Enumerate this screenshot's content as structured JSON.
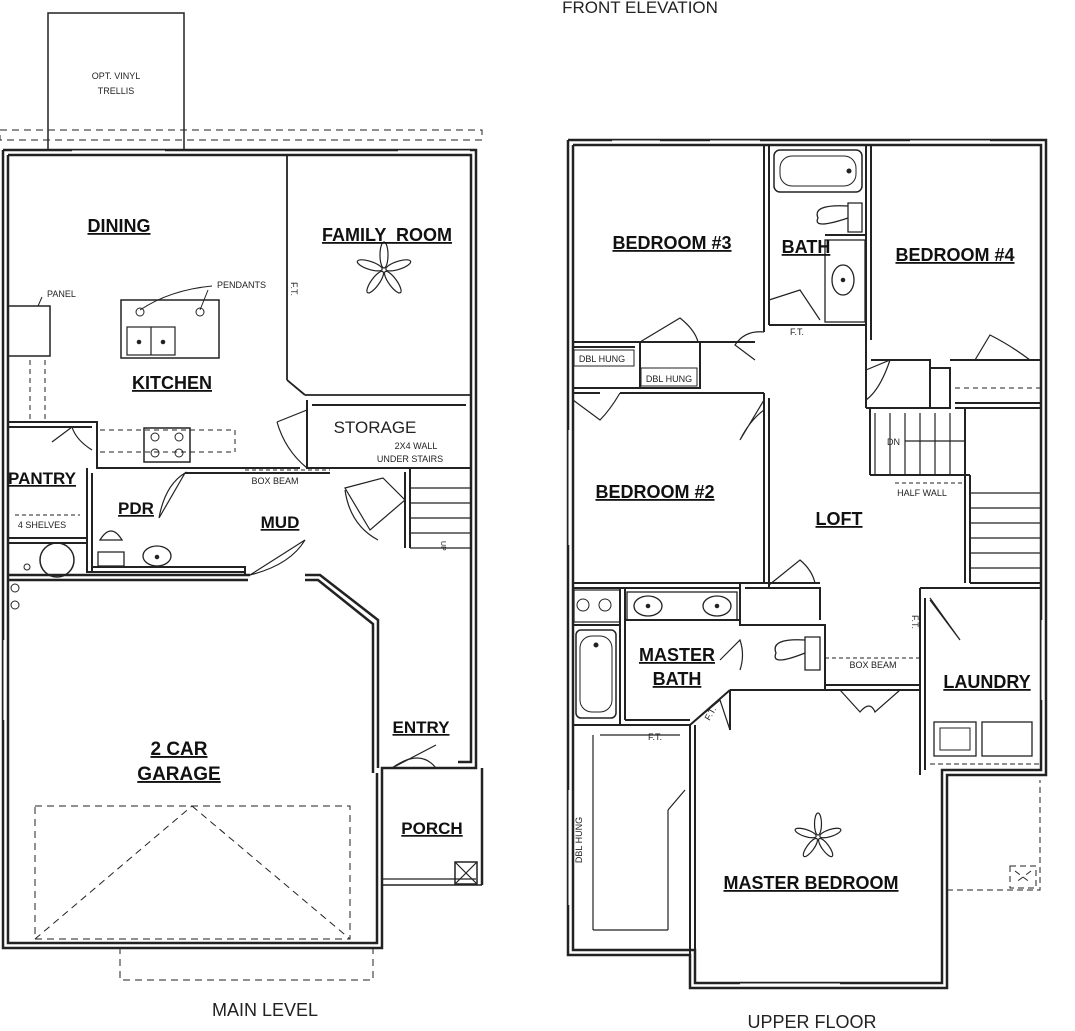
{
  "captions": {
    "front_elevation": "FRONT ELEVATION",
    "main_level": "MAIN LEVEL",
    "upper_floor": "UPPER FLOOR"
  },
  "main_level": {
    "rooms": {
      "dining": "DINING",
      "family_room": "FAMILY  ROOM",
      "kitchen": "KITCHEN",
      "pantry": "PANTRY",
      "pdr": "PDR",
      "mud": "MUD",
      "storage": "STORAGE",
      "garage_line1": "2 CAR",
      "garage_line2": "GARAGE",
      "entry": "ENTRY",
      "porch": "PORCH"
    },
    "notes": {
      "trellis_line1": "OPT. VINYL",
      "trellis_line2": "TRELLIS",
      "panel": "PANEL",
      "pendants": "PENDANTS",
      "ft": "F.T.",
      "wall_line1": "2X4 WALL",
      "wall_line2": "UNDER STAIRS",
      "box_beam": "BOX BEAM",
      "shelves": "4 SHELVES",
      "stair_up": "UP"
    }
  },
  "upper_floor": {
    "rooms": {
      "bedroom3": "BEDROOM #3",
      "bath": "BATH",
      "bedroom4": "BEDROOM #4",
      "bedroom2": "BEDROOM #2",
      "loft": "LOFT",
      "master_bath_line1": "MASTER",
      "master_bath_line2": "BATH",
      "laundry": "LAUNDRY",
      "master_bedroom": "MASTER BEDROOM"
    },
    "notes": {
      "dbl_hung": "DBL HUNG",
      "ft": "F.T.",
      "dn": "DN",
      "half_wall": "HALF WALL",
      "box_beam": "BOX BEAM"
    }
  }
}
